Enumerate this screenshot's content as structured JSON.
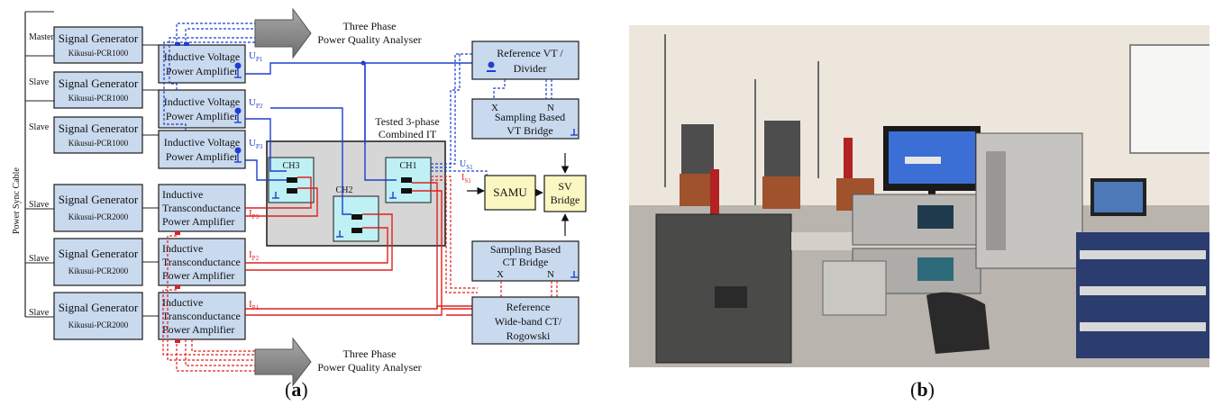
{
  "panel_a": {
    "caption_open": "(",
    "caption_letter": "a",
    "caption_close": ")",
    "cable_label": "Power Sync Cable",
    "signal_generator_label": "Signal Generator",
    "generators": [
      {
        "role": "Master",
        "model": "Kikusui-PCR1000"
      },
      {
        "role": "Slave",
        "model": "Kikusui-PCR1000"
      },
      {
        "role": "Slave",
        "model": "Kikusui-PCR1000"
      },
      {
        "role": "Slave",
        "model": "Kikusui-PCR2000"
      },
      {
        "role": "Slave",
        "model": "Kikusui-PCR2000"
      },
      {
        "role": "Slave",
        "model": "Kikusui-PCR2000"
      }
    ],
    "voltage_amp": {
      "line1": "Inductive Voltage",
      "line2": "Power Amplifier"
    },
    "current_amp": {
      "line1": "Inductive",
      "line2": "Transconductance",
      "line3": "Power Amplifier"
    },
    "voltage_outputs": [
      "U",
      "U",
      "U"
    ],
    "voltage_subs": [
      "P1",
      "P2",
      "P3"
    ],
    "current_outputs": [
      "I",
      "I",
      "I"
    ],
    "current_subs": [
      "P3",
      "P2",
      "P1"
    ],
    "pqa_top": {
      "line1": "Three Phase",
      "line2": "Power Quality Analyser"
    },
    "pqa_bottom": {
      "line1": "Three Phase",
      "line2": "Power Quality Analyser"
    },
    "tested_it": {
      "line1": "Tested 3-phase",
      "line2": "Combined IT"
    },
    "channels": [
      "CH3",
      "CH2",
      "CH1"
    ],
    "secondary_u": "U",
    "secondary_u_sub": "S1",
    "secondary_i": "I",
    "secondary_i_sub": "S1",
    "reference_vt": {
      "line1": "Reference VT /",
      "line2": "Divider"
    },
    "vt_bridge": {
      "line1": "Sampling Based",
      "line2": "VT Bridge",
      "x": "X",
      "n": "N"
    },
    "samu": "SAMU",
    "sv_bridge": {
      "line1": "SV",
      "line2": "Bridge"
    },
    "ct_bridge": {
      "line1": "Sampling Based",
      "line2": "CT Bridge",
      "x": "X",
      "n": "N"
    },
    "reference_ct": {
      "line1": "Reference",
      "line2": "Wide-band CT/",
      "line3": "Rogowski"
    },
    "colors": {
      "voltage": "#1f3fd0",
      "current": "#e0201e",
      "box": "#c9d9ee",
      "channel": "#bff0f4",
      "yellow": "#fbf7c2",
      "arrow": "#8c8c8c"
    }
  },
  "panel_b": {
    "caption_open": "(",
    "caption_letter": "b",
    "caption_close": ")"
  }
}
